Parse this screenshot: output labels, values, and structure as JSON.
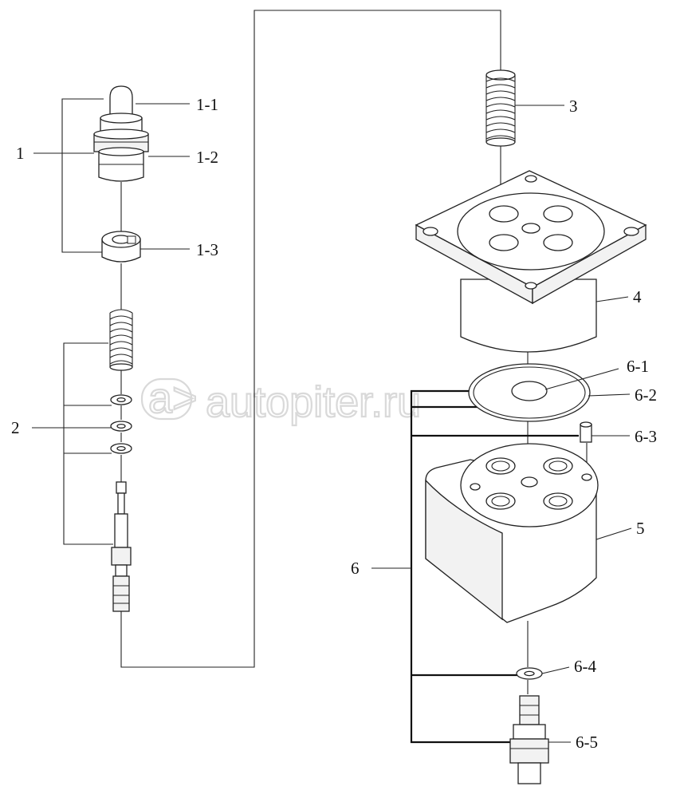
{
  "labels": {
    "l1": "1",
    "l1_1": "1-1",
    "l1_2": "1-2",
    "l1_3": "1-3",
    "l2": "2",
    "l3": "3",
    "l4": "4",
    "l5": "5",
    "l6": "6",
    "l6_1": "6-1",
    "l6_2": "6-2",
    "l6_3": "6-3",
    "l6_4": "6-4",
    "l6_5": "6-5"
  },
  "watermark": "autopiter.ru",
  "watermark_logo": "a>"
}
